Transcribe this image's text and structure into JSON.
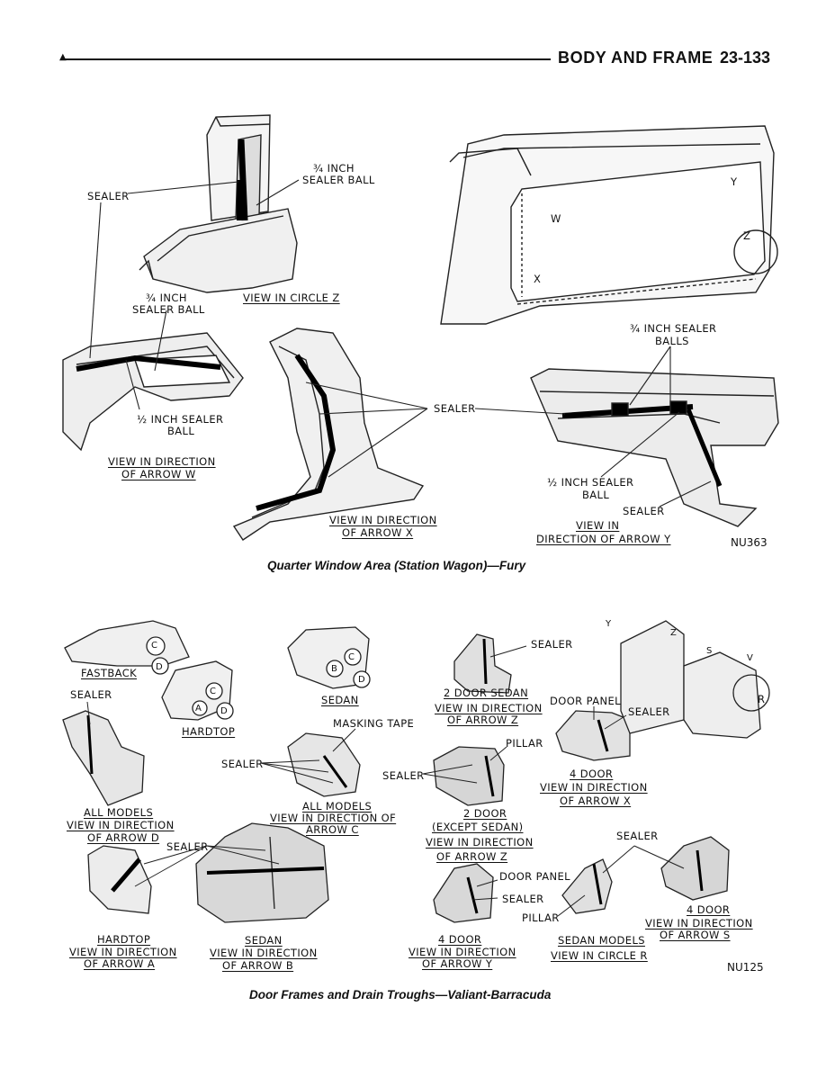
{
  "header": {
    "mark": "▲",
    "title": "BODY AND FRAME",
    "page_number": "23-133"
  },
  "figure1": {
    "labels": {
      "sealer_top": "SEALER",
      "three_quarter_ball_top_1": "¾ INCH",
      "three_quarter_ball_top_2": "SEALER BALL",
      "three_quarter_ball_mid_1": "¾ INCH",
      "three_quarter_ball_mid_2": "SEALER BALL",
      "view_circle_z": "VIEW IN CIRCLE Z",
      "half_ball_left_1": "½ INCH SEALER",
      "half_ball_left_2": "BALL",
      "view_w_1": "VIEW IN DIRECTION",
      "view_w_2": "OF ARROW W",
      "sealer_center": "SEALER",
      "view_x_1": "VIEW IN DIRECTION",
      "view_x_2": "OF ARROW X",
      "three_quarter_balls_1": "¾ INCH SEALER",
      "three_quarter_balls_2": "BALLS",
      "half_ball_right_1": "½ INCH SEALER",
      "half_ball_right_2": "BALL",
      "sealer_right": "SEALER",
      "view_y_1": "VIEW IN",
      "view_y_2": "DIRECTION OF ARROW Y",
      "arrow_w": "W",
      "arrow_y": "Y",
      "arrow_x": "X",
      "circle_z": "Z"
    },
    "code": "NU363",
    "caption": "Quarter Window Area (Station Wagon)—Fury"
  },
  "figure2": {
    "labels": {
      "fastback": "FASTBACK",
      "hardtop": "HARDTOP",
      "sedan": "SEDAN",
      "sealer_all_models": "SEALER",
      "all_models_d_1": "ALL MODELS",
      "all_models_d_2": "VIEW IN DIRECTION",
      "all_models_d_3": "OF ARROW D",
      "masking_tape": "MASKING TAPE",
      "sealer_c": "SEALER",
      "all_models_c_1": "ALL MODELS",
      "all_models_c_2": "VIEW IN DIRECTION OF",
      "all_models_c_3": "ARROW C",
      "sealer_hardtop_a": "SEALER",
      "hardtop_a_1": "HARDTOP",
      "hardtop_a_2": "VIEW IN DIRECTION",
      "hardtop_a_3": "OF ARROW A",
      "sedan_b_1": "SEDAN",
      "sedan_b_2": "VIEW IN DIRECTION",
      "sedan_b_3": "OF ARROW B",
      "sealer_2door_sedan": "SEALER",
      "two_door_sedan_1": "2 DOOR SEDAN",
      "two_door_sedan_2": "VIEW IN DIRECTION",
      "two_door_sedan_3": "OF ARROW Z",
      "pillar_top": "PILLAR",
      "sealer_2door": "SEALER",
      "two_door_except_1": "2 DOOR",
      "two_door_except_2": "(EXCEPT SEDAN)",
      "two_door_except_3": "VIEW IN DIRECTION",
      "two_door_except_4": "OF ARROW Z",
      "door_panel_top": "DOOR PANEL",
      "sealer_4door_x": "SEALER",
      "four_door_x_1": "4 DOOR",
      "four_door_x_2": "VIEW IN DIRECTION",
      "four_door_x_3": "OF ARROW X",
      "door_panel_bottom": "DOOR PANEL",
      "sealer_4door_y": "SEALER",
      "four_door_y_1": "4 DOOR",
      "four_door_y_2": "VIEW IN DIRECTION",
      "four_door_y_3": "OF ARROW Y",
      "pillar_bottom": "PILLAR",
      "sedan_models_1": "SEDAN MODELS",
      "sedan_models_2": "VIEW IN CIRCLE R",
      "sealer_4door_s": "SEALER",
      "four_door_s_1": "4 DOOR",
      "four_door_s_2": "VIEW IN DIRECTION",
      "four_door_s_3": "OF ARROW S",
      "circle_r": "R",
      "arr_c1": "C",
      "arr_d1": "D",
      "arr_c2": "C",
      "arr_a": "A",
      "arr_d2": "D",
      "arr_b": "B",
      "arr_c3": "C",
      "arr_d3": "D",
      "arr_y": "Y",
      "arr_z": "Z",
      "arr_s": "S",
      "arr_v": "V"
    },
    "code": "NU125",
    "caption": "Door Frames and Drain Troughs—Valiant-Barracuda"
  }
}
